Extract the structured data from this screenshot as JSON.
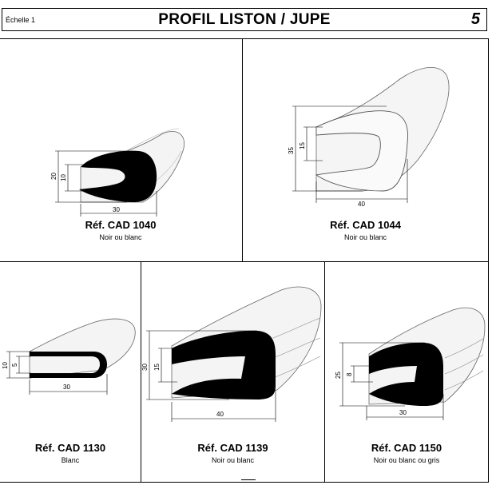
{
  "header": {
    "scale": "Échelle 1",
    "title": "PROFIL LISTON / JUPE",
    "page_number": "5"
  },
  "products": [
    {
      "ref": "Réf. CAD 1040",
      "colors": "Noir ou blanc",
      "dims": {
        "height_outer": "20",
        "height_inner": "10",
        "width": "30"
      }
    },
    {
      "ref": "Réf. CAD 1044",
      "colors": "Noir ou blanc",
      "dims": {
        "height_outer": "35",
        "height_inner": "15",
        "width": "40"
      }
    },
    {
      "ref": "Réf. CAD 1130",
      "colors": "Blanc",
      "dims": {
        "height_outer": "10",
        "height_inner": "5",
        "width": "30"
      }
    },
    {
      "ref": "Réf. CAD 1139",
      "colors": "Noir ou blanc",
      "dims": {
        "height_outer": "30",
        "height_inner": "15",
        "width": "40"
      }
    },
    {
      "ref": "Réf. CAD 1150",
      "colors": "Noir ou blanc ou gris",
      "dims": {
        "height_outer": "25",
        "height_inner": "8",
        "width": "30"
      }
    }
  ]
}
